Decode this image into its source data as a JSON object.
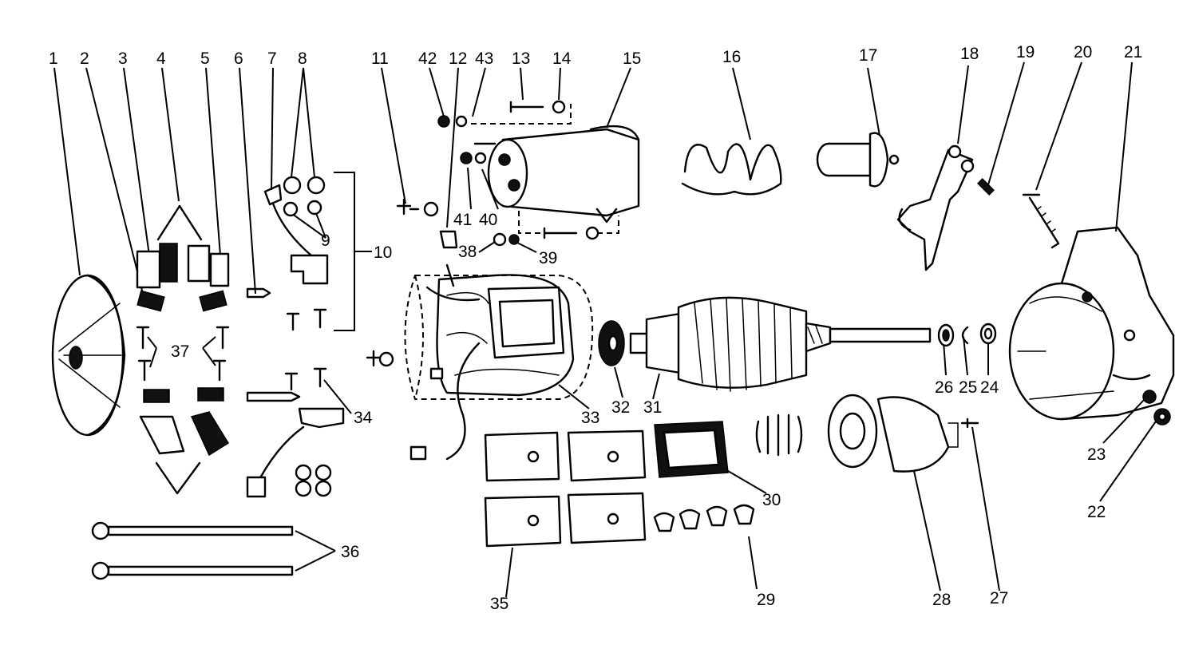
{
  "labels": {
    "l1": "1",
    "l2": "2",
    "l3": "3",
    "l4": "4",
    "l5": "5",
    "l6": "6",
    "l7": "7",
    "l8": "8",
    "l9": "9",
    "l10": "10",
    "l11": "11",
    "l12": "12",
    "l13": "13",
    "l14": "14",
    "l15": "15",
    "l16": "16",
    "l17": "17",
    "l18": "18",
    "l19": "19",
    "l20": "20",
    "l21": "21",
    "l22": "22",
    "l23": "23",
    "l24": "24",
    "l25": "25",
    "l26": "26",
    "l27": "27",
    "l28": "28",
    "l29": "29",
    "l30": "30",
    "l31": "31",
    "l32": "32",
    "l33": "33",
    "l34": "34",
    "l35": "35",
    "l36": "36",
    "l37": "37",
    "l38": "38",
    "l39": "39",
    "l40": "40",
    "l41": "41",
    "l42": "42",
    "l43": "43"
  }
}
